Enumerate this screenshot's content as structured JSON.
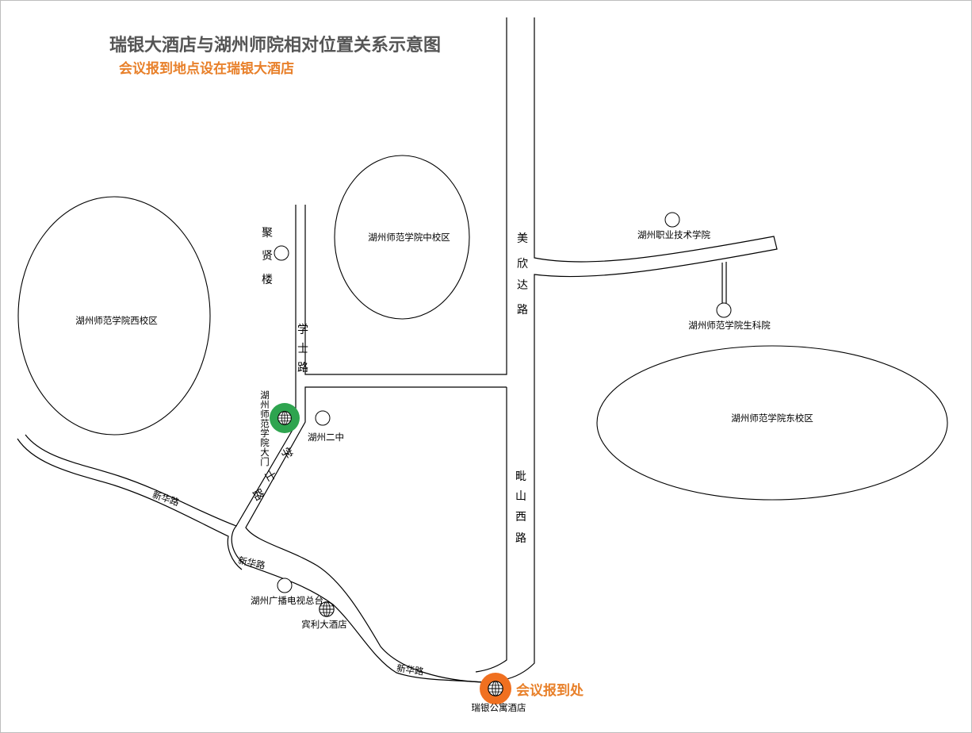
{
  "title": "瑞银大酒店与湖州师院相对位置关系示意图",
  "subtitle": "会议报到地点设在瑞银大酒店",
  "campuses": {
    "west": "湖州师范学院西校区",
    "middle": "湖州师范学院中校区",
    "east": "湖州师范学院东校区"
  },
  "buildings": {
    "juxian_lou": [
      "聚",
      "贤",
      "楼"
    ],
    "vocational": "湖州职业技术学院",
    "biology": "湖州师范学院生科院",
    "middle_school": "湖州二中",
    "tv_station": "湖州广播电视总台",
    "baoli_hotel": "宾利大酒店",
    "ruiyin_hotel": "瑞银公寓酒店",
    "main_gate": "湖州师范学院大门"
  },
  "roads": {
    "xueshi_upper": [
      "学",
      "士",
      "路"
    ],
    "xueshi_lower": [
      "学",
      "士",
      "路"
    ],
    "meixin": [
      "美",
      "欣",
      "达",
      "路"
    ],
    "pishan_west": [
      "毗",
      "山",
      "西",
      "路"
    ],
    "xinhua_1": "新华路",
    "xinhua_2": "新华路",
    "xinhua_3": "新华路"
  },
  "checkin_label": "会议报到处",
  "colors": {
    "title": "#555555",
    "accent_orange": "#e8802a",
    "gate_green": "#2ea44f",
    "hotel_orange": "#f07020"
  },
  "icons": {
    "gate_marker": "globe-icon",
    "hotel_marker": "globe-icon",
    "baoli_marker": "globe-icon",
    "poi": "circle-icon"
  }
}
